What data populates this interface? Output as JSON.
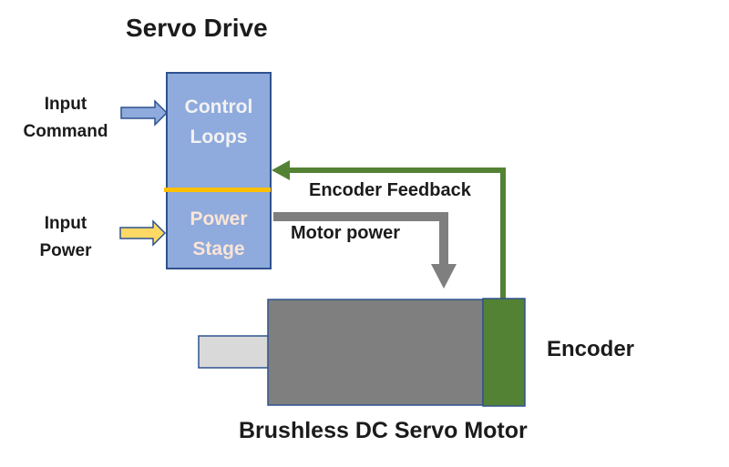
{
  "diagram": {
    "title": "Servo Drive",
    "input_command": [
      "Input",
      "Command"
    ],
    "input_power": [
      "Input",
      "Power"
    ],
    "control_loops": [
      "Control",
      "Loops"
    ],
    "power_stage": [
      "Power",
      "Stage"
    ],
    "encoder_feedback": "Encoder Feedback",
    "motor_power": "Motor power",
    "encoder": "Encoder",
    "motor": "Brushless DC Servo Motor"
  },
  "colors": {
    "drive_fill": "#8faadc",
    "drive_border": "#2f528f",
    "separator": "#ffc000",
    "feedback": "#548235",
    "motor_power_arrow": "#7f7f7f",
    "motor_body": "#7f7f7f",
    "motor_shaft": "#d9d9d9",
    "encoder": "#548235",
    "input_power_arrow": "#ffd966",
    "input_command_arrow": "#8faadc"
  }
}
